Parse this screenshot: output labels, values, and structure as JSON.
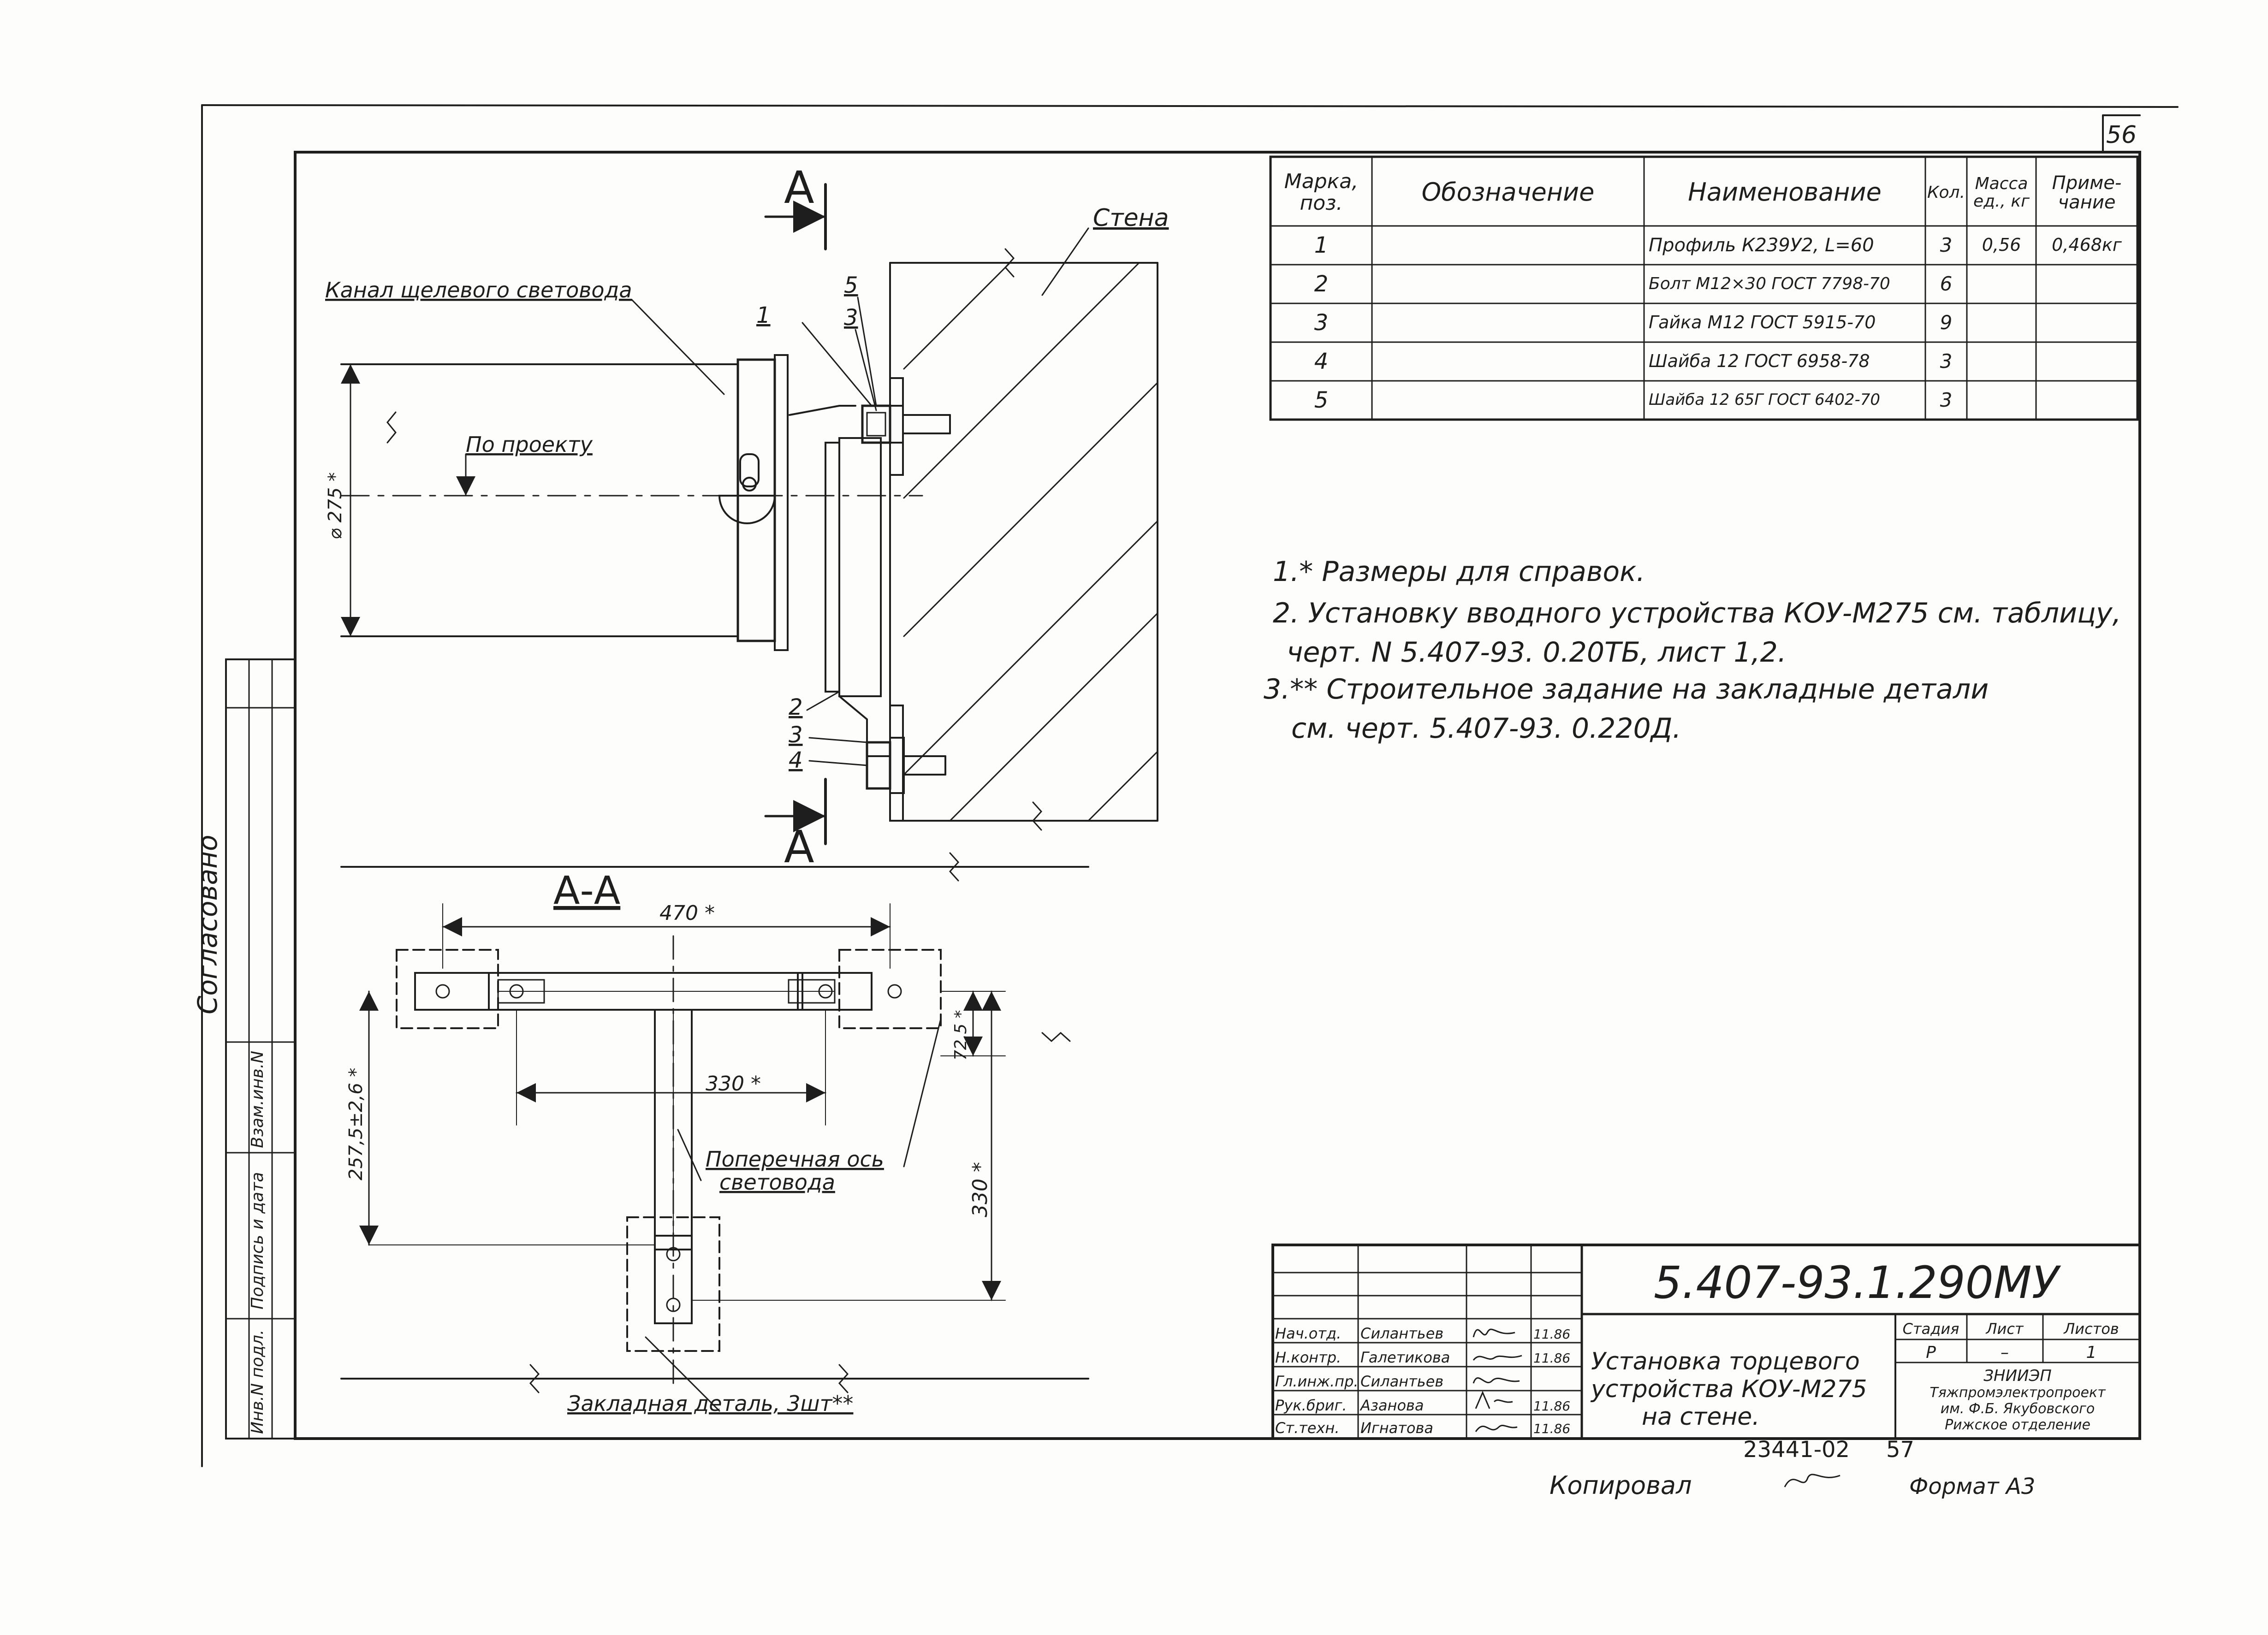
{
  "sheet": {
    "page_number": "56",
    "agreed_label": "Согласовано",
    "side_stamp": [
      "Инв.N подл.",
      "Подпись и дата",
      "Взам.инв.N"
    ]
  },
  "section_marks": {
    "a_top": "А",
    "a_bottom": "А",
    "section_title": "А-А"
  },
  "side_view": {
    "wall_label": "Стена",
    "channel_label": "Канал щелевого световода",
    "project_label": "По проекту",
    "diameter_label": "⌀ 275 *",
    "callouts": {
      "c1": "1",
      "c5": "5",
      "c3a": "3",
      "c2": "2",
      "c3b": "3",
      "c4": "4"
    }
  },
  "section_view": {
    "dim_470": "470 *",
    "dim_330_h": "330 *",
    "dim_330_v": "330 *",
    "dim_257": "257,5±2,6 *",
    "dim_72": "72,5 *",
    "axis_label_1": "Поперечная ось",
    "axis_label_2": "световода",
    "embedded_label": "Закладная деталь, 3шт**"
  },
  "spec_table": {
    "headers": {
      "mark": "Марка, поз.",
      "designation": "Обозначение",
      "name": "Наименование",
      "qty": "Кол.",
      "mass": "Масса ед., кг",
      "note": "Приме- чание"
    },
    "rows": [
      {
        "mark": "1",
        "designation": "",
        "name": "Профиль К239У2, L=60",
        "qty": "3",
        "mass": "0,56",
        "note": "0,468кг"
      },
      {
        "mark": "2",
        "designation": "",
        "name": "Болт М12×30 ГОСТ 7798-70",
        "qty": "6",
        "mass": "",
        "note": ""
      },
      {
        "mark": "3",
        "designation": "",
        "name": "Гайка М12 ГОСТ 5915-70",
        "qty": "9",
        "mass": "",
        "note": ""
      },
      {
        "mark": "4",
        "designation": "",
        "name": "Шайба 12 ГОСТ 6958-78",
        "qty": "3",
        "mass": "",
        "note": ""
      },
      {
        "mark": "5",
        "designation": "",
        "name": "Шайба 12 65Г ГОСТ 6402-70",
        "qty": "3",
        "mass": "",
        "note": ""
      }
    ]
  },
  "notes": [
    "1.* Размеры для справок.",
    "2. Установку вводного устройства КОУ-М275 см. таблицу,",
    "черт. N 5.407-93. 0.20ТБ, лист 1,2.",
    "3.** Строительное задание на закладные детали",
    "см. черт. 5.407-93. 0.220Д."
  ],
  "title_block": {
    "code": "5.407-93.1.290МУ",
    "title_lines": [
      "Установка торцевого",
      "устройства КОУ-М275",
      "на стене."
    ],
    "stage_header": "Стадия",
    "sheet_header": "Лист",
    "sheets_header": "Листов",
    "stage": "Р",
    "sheet": "–",
    "sheets": "1",
    "org_lines": [
      "ЗНИИЭП",
      "Тяжпромэлектропроект",
      "им. Ф.Б. Якубовского",
      "Рижское отделение"
    ],
    "staff": [
      {
        "role": "Нач.отд.",
        "name": "Силантьев",
        "date": "11.86"
      },
      {
        "role": "Н.контр.",
        "name": "Галетикова",
        "date": "11.86"
      },
      {
        "role": "Гл.инж.пр.",
        "name": "Силантьев",
        "date": ""
      },
      {
        "role": "Рук.бриг.",
        "name": "Азанова",
        "date": "11.86"
      },
      {
        "role": "Ст.техн.",
        "name": "Игнатова",
        "date": "11.86"
      }
    ]
  },
  "footer": {
    "inventory": "23441-02",
    "page": "57",
    "copied": "Копировал",
    "format": "Формат А3"
  }
}
